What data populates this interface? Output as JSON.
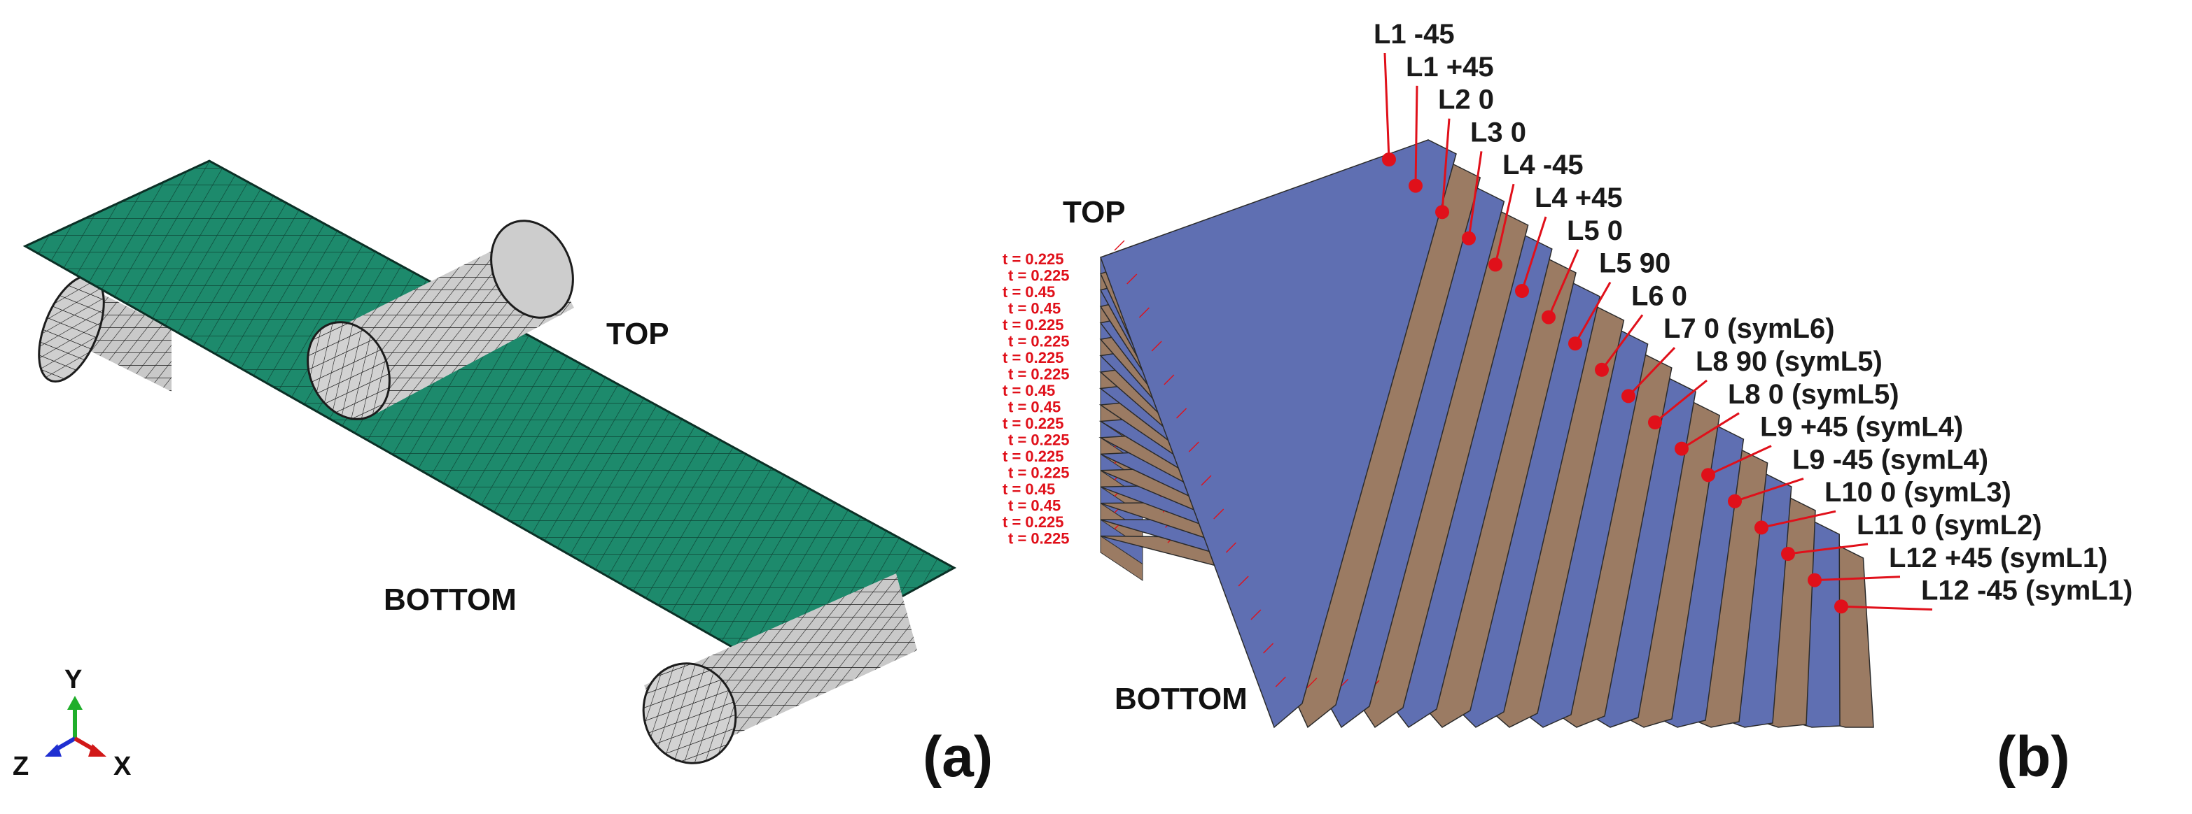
{
  "panel_a": {
    "label_top": "TOP",
    "label_bottom": "BOTTOM",
    "panel_letter": "(a)",
    "axes": {
      "y": "Y",
      "z": "Z",
      "x": "X"
    },
    "colors": {
      "plate": "#1d8a6c",
      "roller": "#cfcfcf",
      "mesh": "#1c1c1c",
      "axis_y": "#1fae2a",
      "axis_z": "#1f2fd1",
      "axis_x": "#d11818"
    }
  },
  "panel_b": {
    "label_top": "TOP",
    "label_bottom": "BOTTOM",
    "panel_letter": "(b)",
    "colors": {
      "blue_ply": "#5f6fb2",
      "brown_ply": "#9b7b63",
      "leader": "#e0101a"
    },
    "plies": [
      "L1 -45",
      "L1 +45",
      "L2 0",
      "L3 0",
      "L4 -45",
      "L4 +45",
      "L5 0",
      "L5 90",
      "L6 0",
      "L7 0 (symL6)",
      "L8 90 (symL5)",
      "L8 0 (symL5)",
      "L9 +45 (symL4)",
      "L9 -45 (symL4)",
      "L10 0 (symL3)",
      "L11 0 (symL2)",
      "L12 +45 (symL1)",
      "L12 -45 (symL1)"
    ],
    "thickness_labels": [
      "t = 0.225",
      "t = 0.225",
      "t = 0.45",
      "t = 0.45",
      "t = 0.225",
      "t = 0.225",
      "t = 0.225",
      "t = 0.225",
      "t = 0.45",
      "t = 0.45",
      "t = 0.225",
      "t = 0.225",
      "t = 0.225",
      "t = 0.225",
      "t = 0.45",
      "t = 0.45",
      "t = 0.225",
      "t = 0.225"
    ]
  }
}
